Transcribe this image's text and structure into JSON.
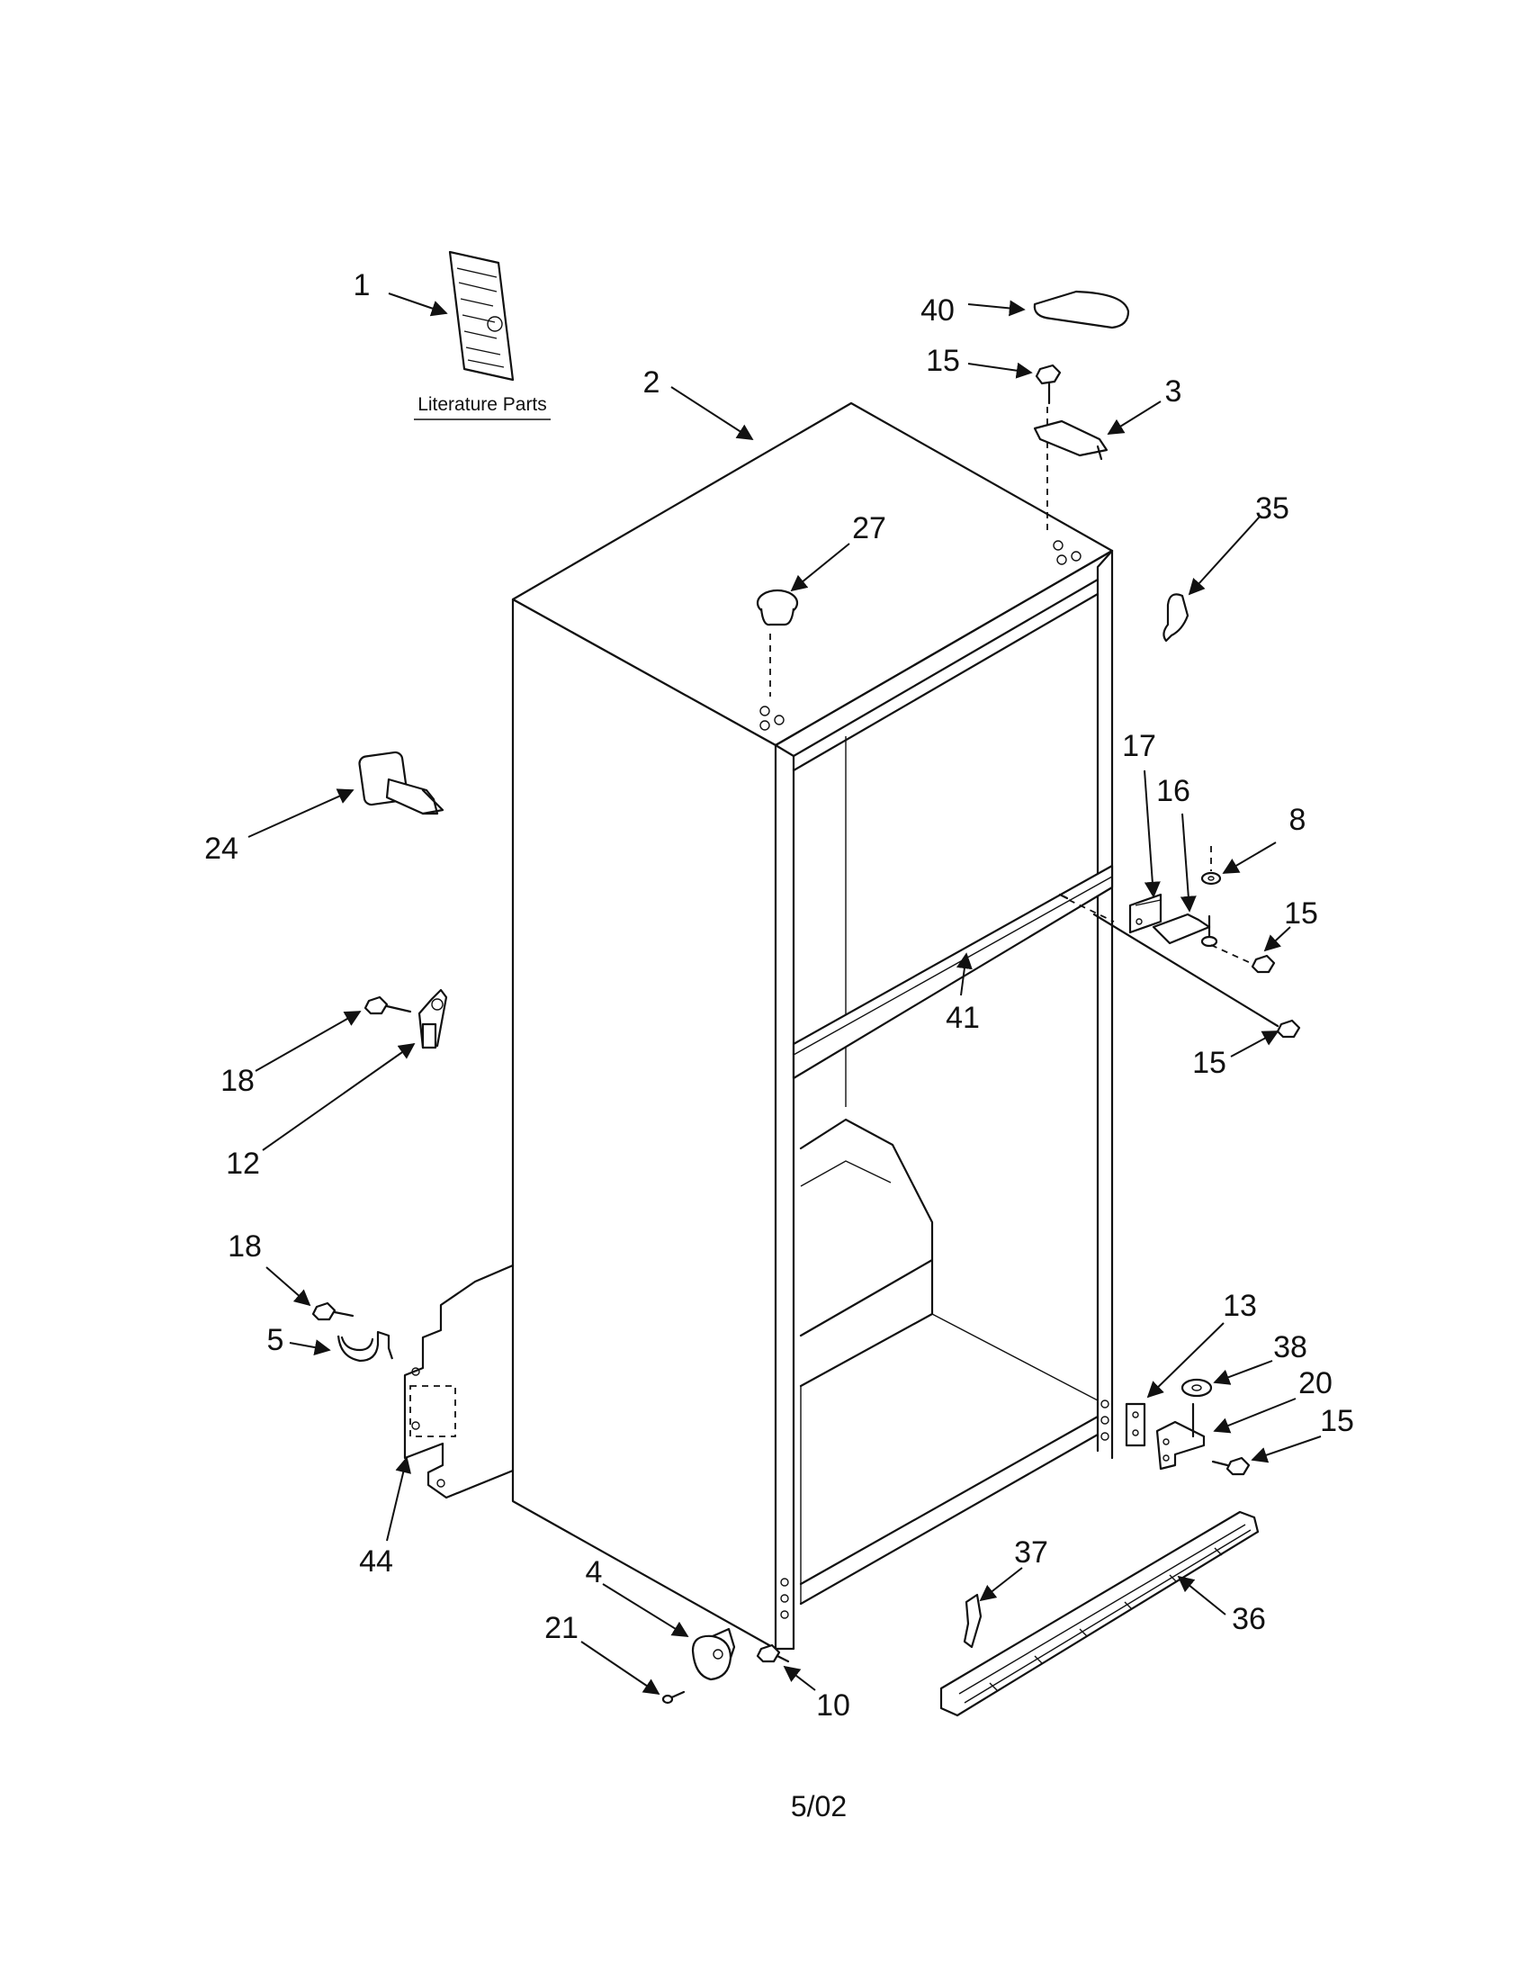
{
  "diagram": {
    "literature_label": "Literature Parts",
    "date_code": "5/02",
    "callouts": [
      "1",
      "2",
      "40",
      "15",
      "3",
      "35",
      "27",
      "17",
      "16",
      "8",
      "15",
      "41",
      "15",
      "24",
      "18",
      "12",
      "18",
      "5",
      "44",
      "13",
      "38",
      "20",
      "15",
      "37",
      "36",
      "4",
      "21",
      "10"
    ]
  }
}
